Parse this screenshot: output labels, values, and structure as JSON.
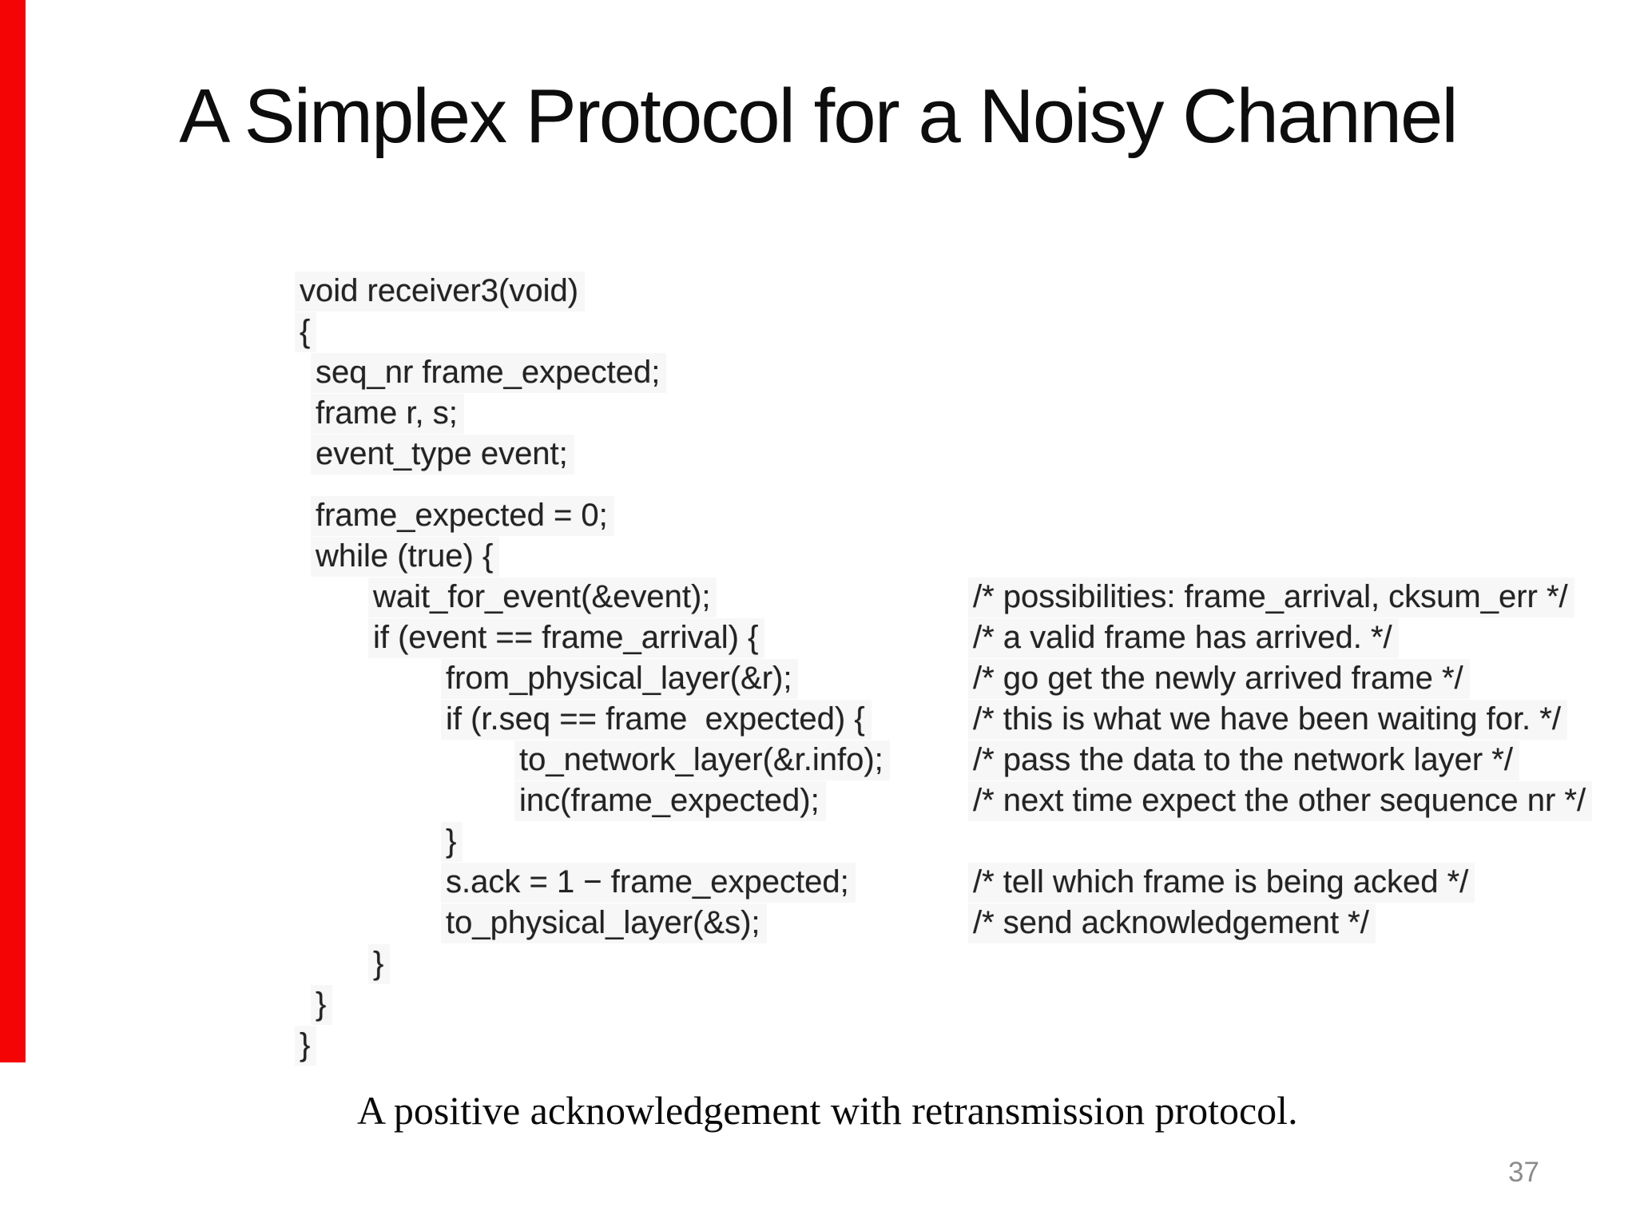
{
  "slide": {
    "title": "A Simplex Protocol for a Noisy Channel",
    "caption": "A positive acknowledgement with retransmission protocol.",
    "page_number": "37",
    "accent_color": "#f40404"
  },
  "code": {
    "function_name": "receiver3",
    "lines": [
      {
        "text": "void receiver3(void)",
        "indent": 0
      },
      {
        "text": "{",
        "indent": 0
      },
      {
        "text": "seq_nr frame_expected;",
        "indent": 1
      },
      {
        "text": "frame r, s;",
        "indent": 1
      },
      {
        "text": "event_type event;",
        "indent": 1
      },
      {
        "text": "frame_expected = 0;",
        "indent": 1,
        "gap_before": true
      },
      {
        "text": "while (true) {",
        "indent": 1
      },
      {
        "text": "wait_for_event(&event);",
        "indent": 2,
        "comment": "/* possibilities: frame_arrival, cksum_err */"
      },
      {
        "text": "if (event == frame_arrival) {",
        "indent": 2,
        "comment": "/* a valid frame has arrived. */"
      },
      {
        "text": "from_physical_layer(&r);",
        "indent": 3,
        "comment": "/* go get the newly arrived frame */"
      },
      {
        "text": "if (r.seq == frame  expected) {",
        "indent": 3,
        "comment": "/* this is what we have been waiting for. */"
      },
      {
        "text": "to_network_layer(&r.info);",
        "indent": 4,
        "comment": "/* pass the data to the network layer */"
      },
      {
        "text": "inc(frame_expected);",
        "indent": 4,
        "comment": "/* next time expect the other sequence nr */"
      },
      {
        "text": "}",
        "indent": 3
      },
      {
        "text": "s.ack = 1 − frame_expected;",
        "indent": 3,
        "comment": "/* tell which frame is being acked */"
      },
      {
        "text": "to_physical_layer(&s);",
        "indent": 3,
        "comment": "/* send acknowledgement */"
      },
      {
        "text": "}",
        "indent": 2
      },
      {
        "text": "}",
        "indent": 1
      },
      {
        "text": "}",
        "indent": 0
      }
    ]
  }
}
